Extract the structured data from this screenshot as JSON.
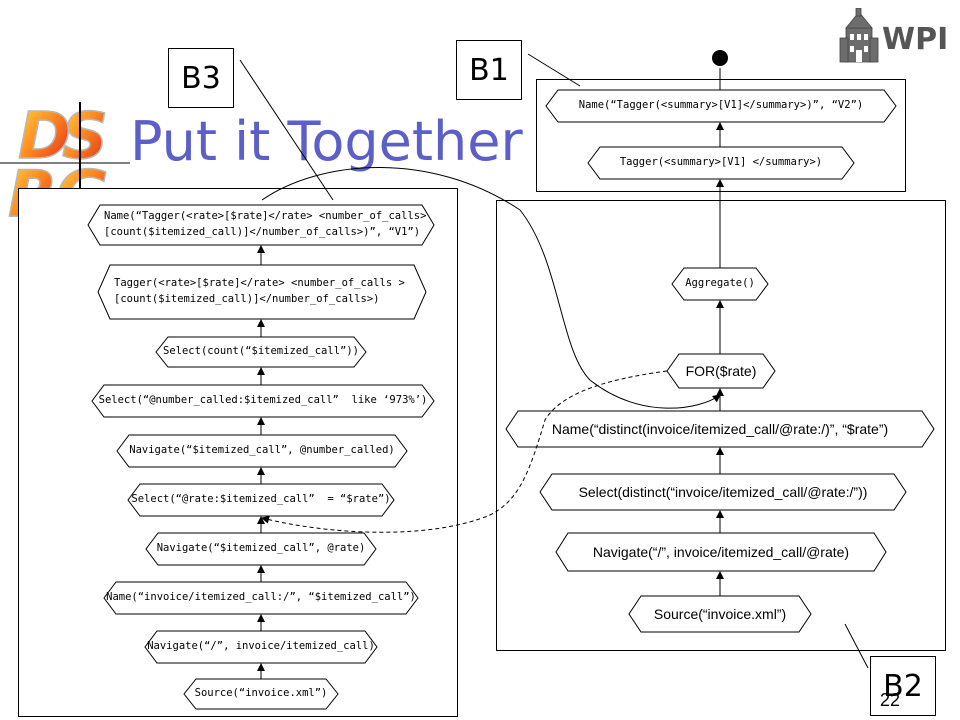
{
  "title": "Put it Together",
  "logos": {
    "dsrg": "DSRG",
    "wpi": "WPI"
  },
  "page_number": "22",
  "labels": {
    "b1": "B1",
    "b2": "B2",
    "b3": "B3"
  },
  "b3": {
    "nodes": [
      "Name(“Tagger(<rate>[$rate]</rate> <number_of_calls>\n[count($itemized_call)]</number_of_calls>)”, “V1”)",
      "Tagger(<rate>[$rate]</rate> <number_of_calls >\n[count($itemized_call)]</number_of_calls>)",
      "Select(count(“$itemized_call”))",
      "Select(“@number_called:$itemized_call”  like ‘973%’)",
      "Navigate(“$itemized_call”, @number_called)",
      "Select(“@rate:$itemized_call”  = “$rate”)",
      "Navigate(“$itemized_call”, @rate)",
      "Name(“invoice/itemized_call:/”, “$itemized_call”)",
      "Navigate(“/”, invoice/itemized_call)",
      "Source(“invoice.xml”)"
    ]
  },
  "b1": {
    "nodes": [
      "Name(“Tagger(<summary>[V1]</summary>)”, “V2”)",
      "Tagger(<summary>[V1] </summary>)"
    ]
  },
  "b2": {
    "nodes": [
      "Aggregate()",
      "FOR($rate)",
      "Name(“distinct(invoice/itemized_call/@rate:/)”, “$rate”)",
      "Select(distinct(“invoice/itemized_call/@rate:/”))",
      "Navigate(“/”, invoice/itemized_call/@rate)",
      "Source(“invoice.xml”)"
    ]
  }
}
